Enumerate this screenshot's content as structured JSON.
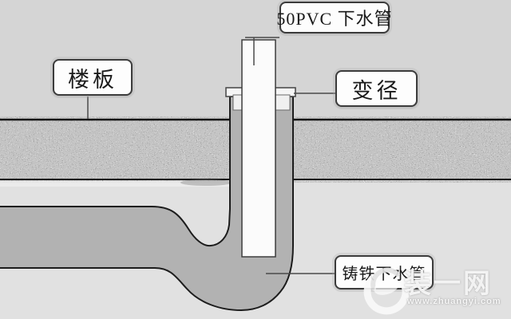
{
  "diagram": {
    "title_hint": "PVC-to-cast-iron drain pipe installation through floor slab",
    "labels": {
      "pvc_pipe": {
        "text": "50PVC 下水管"
      },
      "floor_slab": {
        "text": "楼板"
      },
      "reducer": {
        "text": "变径"
      },
      "cast_iron_pipe": {
        "text": "铸铁下水管"
      }
    },
    "watermark": {
      "brand": "装一网",
      "url": "www.zhuangyi.com"
    },
    "colors": {
      "background_upper": "#d5d5d5",
      "background_lower": "#e1e1e1",
      "cast_iron_gray": "#b2b2b2",
      "pvc_white": "#fbfbfb",
      "slab_base_gray": "#969696",
      "outline_dark": "#1c1c1c",
      "label_border": "#3c3c3c",
      "watermark_light": "#f8f8f8"
    }
  }
}
